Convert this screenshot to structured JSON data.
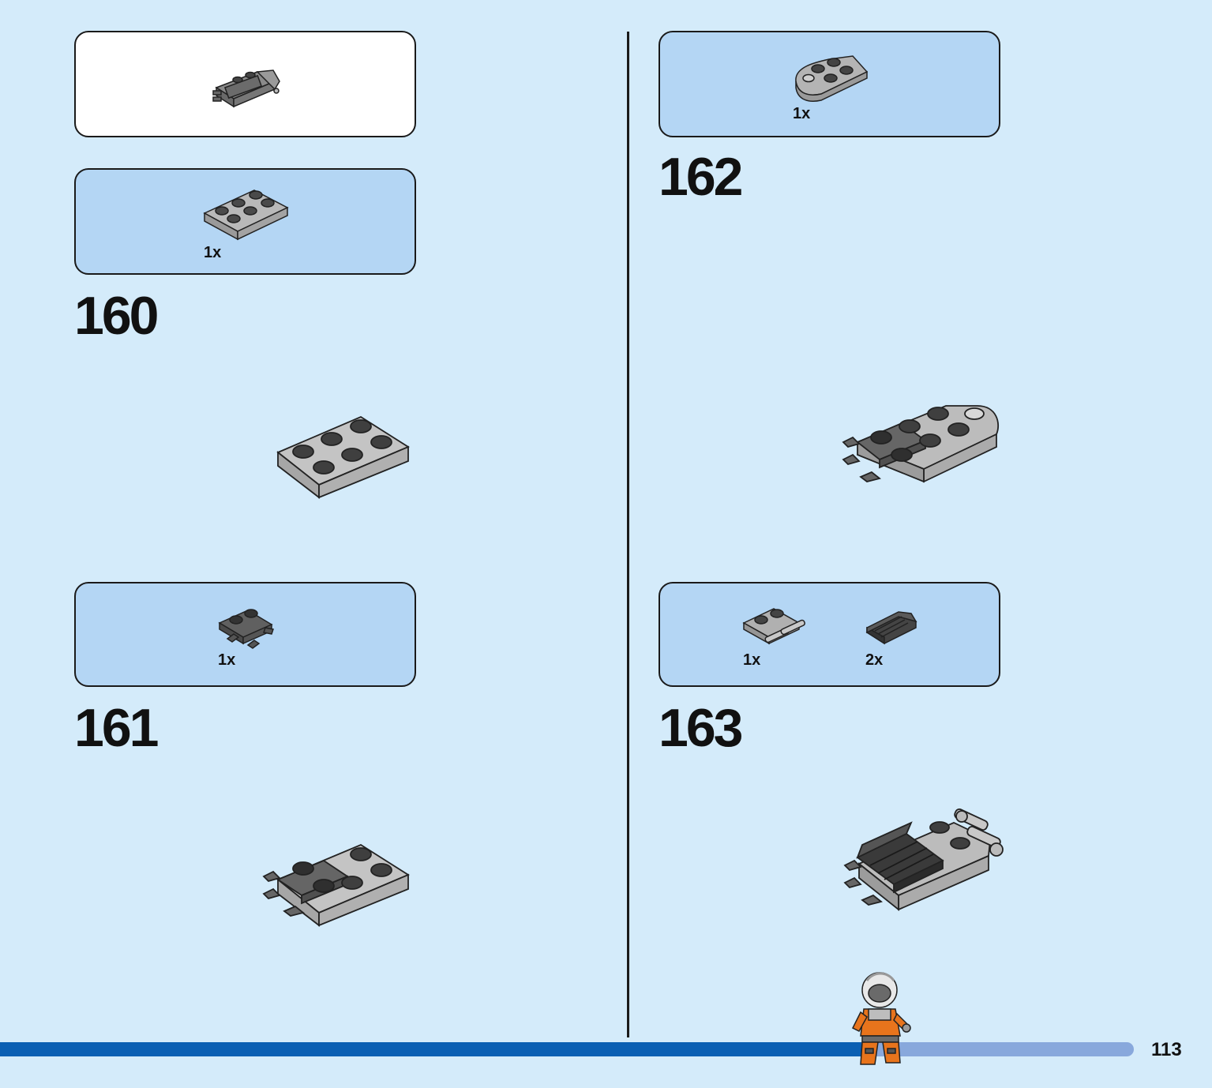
{
  "page": {
    "number": "113",
    "progress": 0.76
  },
  "subassembly_callout": {
    "kind": "previous-assembly"
  },
  "steps": [
    {
      "number": "160",
      "parts": [
        {
          "qty": "1x",
          "part_icon": "plate-2x3-icon"
        }
      ]
    },
    {
      "number": "161",
      "parts": [
        {
          "qty": "1x",
          "part_icon": "plate-with-clips-icon"
        }
      ]
    },
    {
      "number": "162",
      "parts": [
        {
          "qty": "1x",
          "part_icon": "round-plate-icon"
        }
      ]
    },
    {
      "number": "163",
      "parts": [
        {
          "qty": "1x",
          "part_icon": "plate-with-bars-icon"
        },
        {
          "qty": "2x",
          "part_icon": "slope-grille-icon"
        }
      ]
    }
  ],
  "colors": {
    "background": "#d4ebfa",
    "parts_box": "#b4d6f4",
    "progress_fill": "#0a5fb3",
    "progress_track": "#88a8dc",
    "light_gray": "#a8a8a8",
    "dark_gray": "#5b5b5b",
    "minifig_orange": "#e8741c"
  },
  "icons": {
    "minifigure": "astronaut-minifigure-icon"
  }
}
